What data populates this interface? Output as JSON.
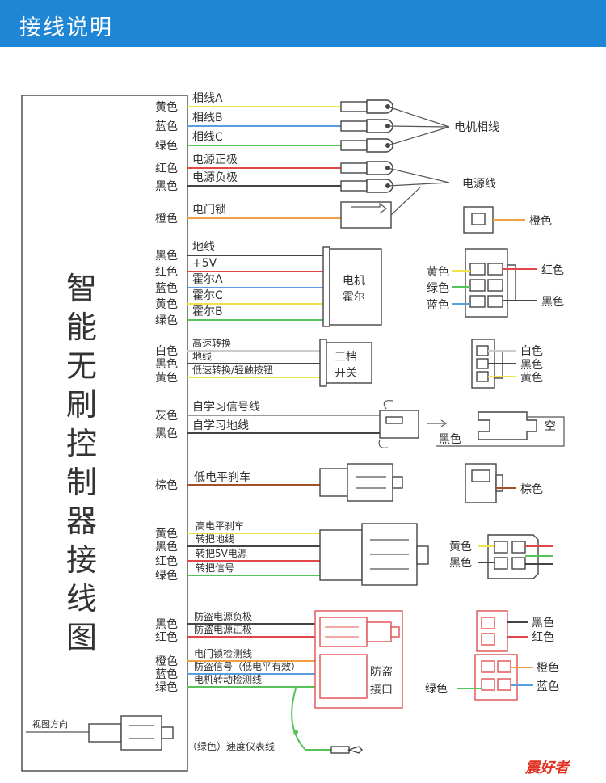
{
  "header": {
    "title": "接线说明"
  },
  "controller": {
    "title": "智能无刷控制器接线图"
  },
  "groups": {
    "phase": {
      "colors": [
        "黄色",
        "蓝色",
        "绿色"
      ],
      "lines": [
        "相线A",
        "相线B",
        "相线C"
      ],
      "target": "电机相线"
    },
    "power": {
      "colors": [
        "红色",
        "黑色"
      ],
      "lines": [
        "电源正极",
        "电源负极"
      ],
      "target": "电源线"
    },
    "lock": {
      "color": "橙色",
      "line": "电门锁",
      "pin_color": "橙色"
    },
    "hall": {
      "colors": [
        "黑色",
        "红色",
        "蓝色",
        "黄色",
        "绿色"
      ],
      "lines": [
        "地线",
        "+5V",
        "霍尔A",
        "霍尔C",
        "霍尔B"
      ],
      "box_text": [
        "电机",
        "霍尔"
      ],
      "pins_left": [
        "黄色",
        "绿色",
        "蓝色"
      ],
      "pins_right": [
        "红色",
        "黑色"
      ]
    },
    "gear": {
      "colors": [
        "白色",
        "黑色",
        "黄色"
      ],
      "lines": [
        "高速转换",
        "地线",
        "低速转换/轻触按钮"
      ],
      "box_text": [
        "三档",
        "开关"
      ],
      "pins": [
        "白色",
        "黑色",
        "黄色"
      ]
    },
    "learn": {
      "colors": [
        "灰色",
        "黑色"
      ],
      "lines": [
        "自学习信号线",
        "自学习地线"
      ],
      "pin_bottom": "黑色",
      "pin_right": "空"
    },
    "brake_low": {
      "color": "棕色",
      "line": "低电平刹车",
      "pin_color": "棕色"
    },
    "throttle": {
      "colors": [
        "黄色",
        "黑色",
        "红色",
        "绿色"
      ],
      "lines": [
        "高电平刹车",
        "转把地线",
        "转把5V电源",
        "转把信号"
      ],
      "pins": [
        "黄色",
        "黑色"
      ]
    },
    "antitheft": {
      "colors": [
        "黑色",
        "红色",
        "橙色",
        "蓝色",
        "绿色"
      ],
      "lines": [
        "防盗电源负极",
        "防盗电源正极",
        "电门锁检测线",
        "防盗信号（低电平有效）",
        "电机转动检测线"
      ],
      "box_text": [
        "防盗",
        "接口"
      ],
      "pins_top": [
        "黑色",
        "红色"
      ],
      "pins_bottom_right": [
        "橙色",
        "蓝色"
      ],
      "pins_bottom_left": "绿色"
    },
    "view": {
      "label": "视图方向"
    },
    "speedometer": {
      "label": "（绿色）速度仪表线"
    }
  },
  "watermark": {
    "text": "震好者"
  },
  "wire_colors": {
    "yellow": "#f2e24a",
    "blue": "#5a9ee0",
    "green": "#55c25a",
    "red": "#e04848",
    "black": "#444444",
    "orange": "#f0a040",
    "white": "#cccccc",
    "gray": "#9a9a9a",
    "brown": "#a0522d"
  }
}
